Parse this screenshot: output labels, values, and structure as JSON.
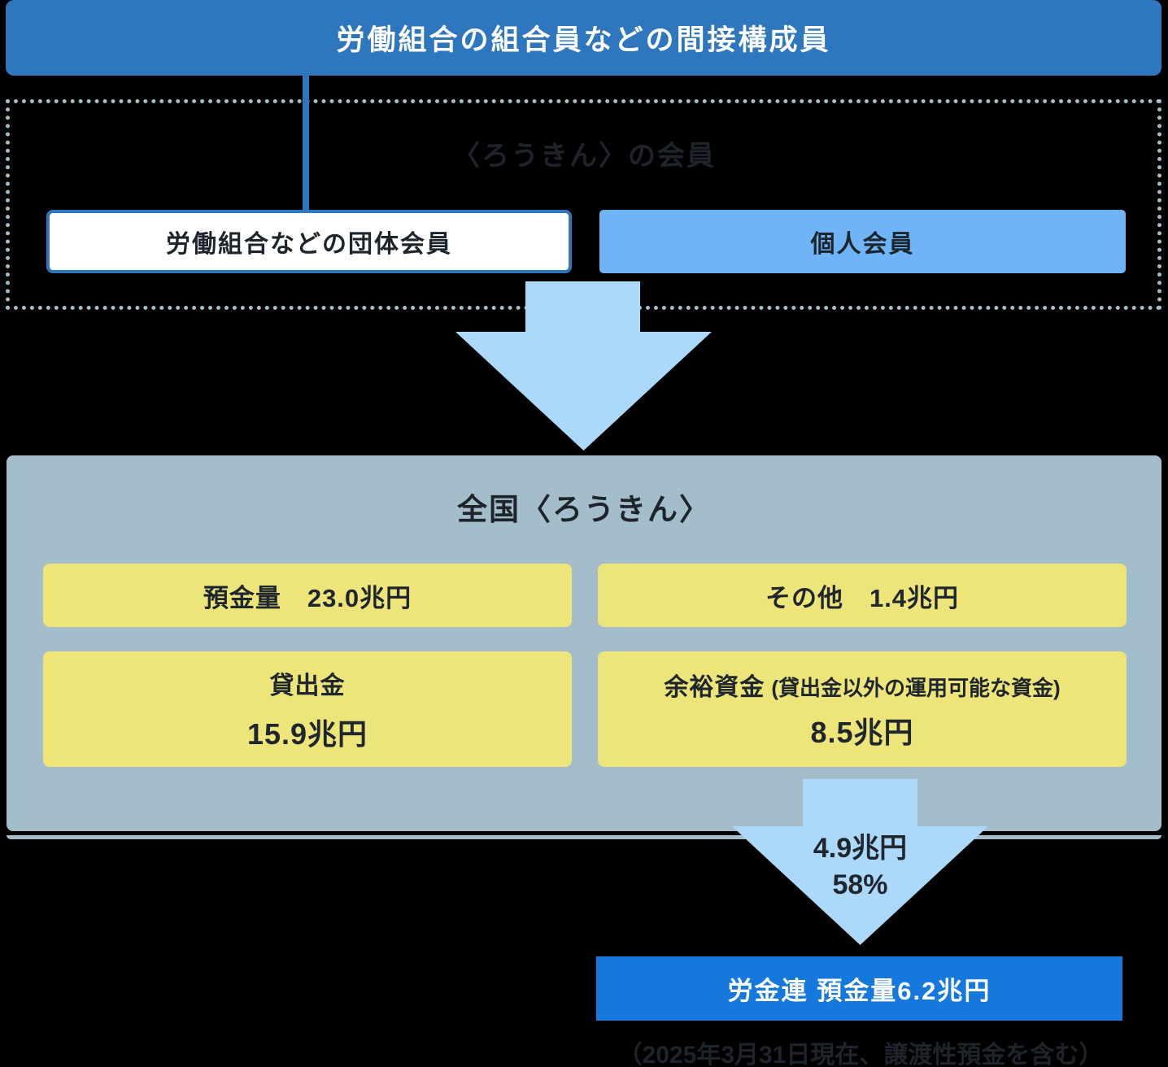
{
  "header": {
    "title": "労働組合の組合員などの間接構成員"
  },
  "member_section": {
    "heading": "〈ろうきん〉の会員",
    "group_member_label": "労働組合などの団体会員",
    "individual_member_label": "個人会員"
  },
  "zenkoku_rokin_panel": {
    "title": "全国〈ろうきん〉",
    "deposit_box_label": "預金量　23.0兆円",
    "other_box_label": "その他　1.4兆円",
    "loan_box": {
      "label": "貸出金",
      "value": "15.9兆円"
    },
    "surplus_box": {
      "label": "余裕資金",
      "note": "(貸出金以外の運用可能な資金)",
      "value": "8.5兆円"
    }
  },
  "transfer_arrow": {
    "amount": "4.9兆円",
    "percent": "58%"
  },
  "rokinren_bar": {
    "label": "労金連 預金量6.2兆円"
  },
  "footnote": "（2025年3月31日現在、譲渡性預金を含む）",
  "colors": {
    "header_blue": "#2E76BE",
    "individual_box_blue": "#6EB4F6",
    "arrow_light_blue": "#ACD8F9",
    "panel_gray_blue": "#A3BDCB",
    "value_box_yellow": "#EDE57A",
    "rokinren_blue": "#1478DC",
    "dark_text": "#1E242B",
    "dotted_border_gray": "#A5BDC9",
    "background": "#000000"
  }
}
